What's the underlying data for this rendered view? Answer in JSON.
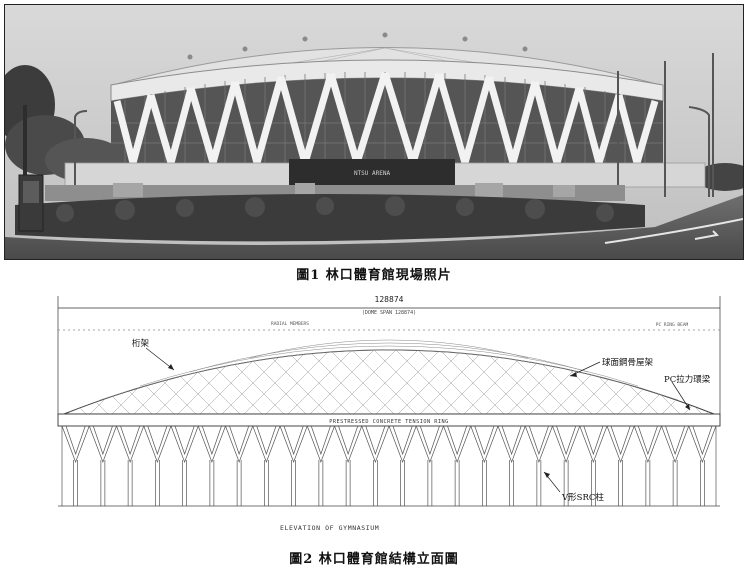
{
  "figure1": {
    "caption": "圖1  林口體育館現場照片",
    "sign_text": "NTSU ARENA"
  },
  "figure2": {
    "caption": "圖2  林口體育館結構立面圖",
    "dimension_top": "128874",
    "dimension_sub": "(DOME SPAN 128874)",
    "label_top_small": "RADIAL MEMBERS",
    "label_right_small": "PC RING BEAM",
    "label_left": "桁架",
    "label_dome": "球面鋼骨屋架",
    "label_ring": "PC拉力環梁",
    "label_band": "PRESTRESSED  CONCRETE  TENSION  RING",
    "label_column": "V形SRC柱",
    "label_title": "ELEVATION OF GYMNASIUM"
  }
}
